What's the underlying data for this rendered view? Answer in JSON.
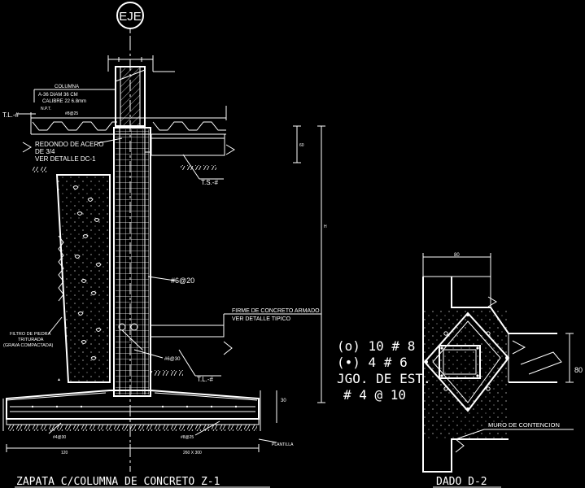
{
  "axis_marker": "EJE",
  "column_note": {
    "title": "COLUMNA",
    "line1": "A-36   DIAM 36 CM",
    "line2": "CALIBRE 22 6.8mm",
    "npt": "N.P.T.",
    "bar": "#8@25"
  },
  "labels": {
    "tl_top": "T.L.-#",
    "redondo_1": "REDONDO DE ACERO",
    "redondo_2": "DE   3/4",
    "redondo_3": "VER DETALLE DC-1",
    "ts": "T.S.-#",
    "stirrup": "#6@20",
    "filtro_1": "FILTRO DE PIEDRA",
    "filtro_2": "TRITURADA",
    "filtro_3": "(GRAVA COMPACTADA)",
    "firme_1": "FIRME DE CONCRETO ARMADO",
    "firme_2": "VER DETALLE TIPICO",
    "tl_bottom": "T.L.-#",
    "bar_630": "#6@30",
    "bar_430": "#4@30",
    "bar_825": "#8@25",
    "plantilla": "PLANTILLA",
    "muro": "MURO DE CONTENCION",
    "dim_120": "120",
    "dim_260": "260 X 300",
    "dim_80_top": "80",
    "dim_80_side": "80",
    "dim_30": "30",
    "dim_60": "60",
    "dim_h": "H"
  },
  "reinforcement": {
    "line1": "(o)  10 # 8",
    "line2": "(•)  4 # 6",
    "line3": "JGO. DE EST.",
    "line4": "#  4  @  10"
  },
  "titles": {
    "left": "ZAPATA C/COLUMNA DE CONCRETO Z-1",
    "right": "DADO D-2"
  }
}
